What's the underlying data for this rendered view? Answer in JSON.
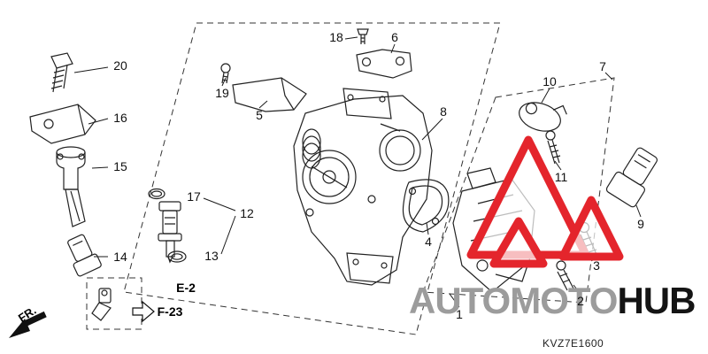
{
  "diagram": {
    "part_code": "KVZ7E1600",
    "front_label": "FR.",
    "watermark": {
      "gray": "AUTOMOTO",
      "black": "HUB"
    },
    "refs": {
      "e2": "E-2",
      "f23": "F-23"
    },
    "callouts": {
      "c1": "1",
      "c2": "2",
      "c3": "3",
      "c4": "4",
      "c5": "5",
      "c6": "6",
      "c7": "7",
      "c8": "8",
      "c9": "9",
      "c10": "10",
      "c11": "11",
      "c12": "12",
      "c13": "13",
      "c14": "14",
      "c15": "15",
      "c16": "16",
      "c17": "17",
      "c18": "18",
      "c19": "19",
      "c20": "20"
    },
    "colors": {
      "line": "#222222",
      "accent_red": "#e4252c",
      "watermark_gray": "#9c9c9c",
      "watermark_dark": "#141414"
    }
  }
}
